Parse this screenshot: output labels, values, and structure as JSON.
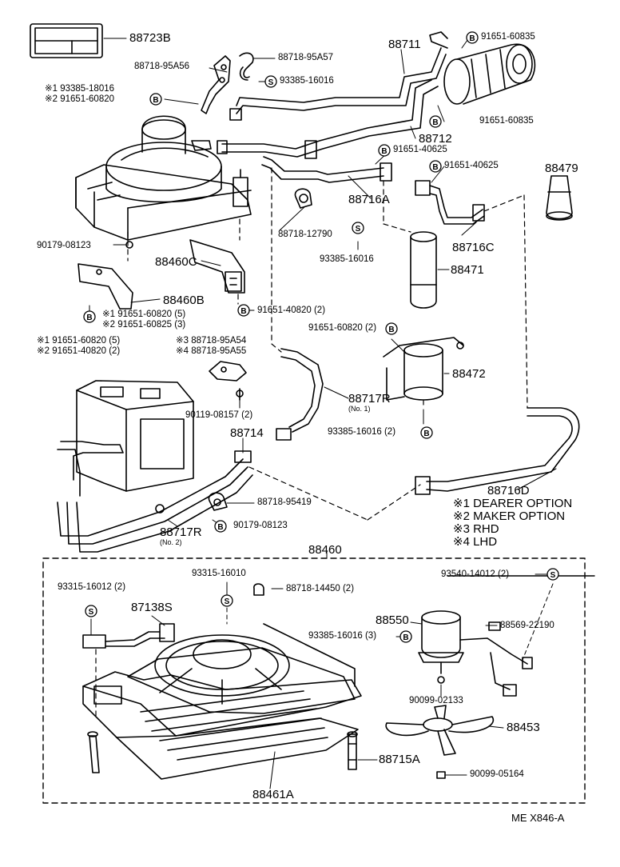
{
  "labels": {
    "p88723B": "88723B",
    "p88718_95A56": "88718-95A56",
    "p88718_95A57": "88718-95A57",
    "p93385_16016a": "93385-16016",
    "star1_93385": "※1 93385-18016",
    "star2_91651": "※2 91651-60820",
    "p88711": "88711",
    "p91651_60835a": "91651-60835",
    "p91651_60835b": "91651-60835",
    "p88712": "88712",
    "p91651_40625a": "91651-40625",
    "p91651_40625b": "91651-40625",
    "p88479": "88479",
    "p88716A": "88716A",
    "p88716C": "88716C",
    "p88718_12790": "88718-12790",
    "p93385_16016b": "93385-16016",
    "p88471": "88471",
    "p90179_08123a": "90179-08123",
    "p88460C": "88460C",
    "p88460B": "88460B",
    "p91651_40820_2": "91651-40820 (2)",
    "star1_91651_60820_5": "※1 91651-60820 (5)",
    "star2_91651_60825_3": "※2 91651-60825 (3)",
    "star1_91651_60820_5b": "※1 91651-60820 (5)",
    "star2_91651_40820_2": "※2 91651-40820 (2)",
    "star3_88718_95A54": "※3 88718-95A54",
    "star4_88718_95A55": "※4 88718-95A55",
    "p91651_60820_2": "91651-60820 (2)",
    "p88472": "88472",
    "p88717R": "88717R",
    "p88717R_no1": "(No. 1)",
    "p90119_08157": "90119-08157 (2)",
    "p93385_16016_2": "93385-16016 (2)",
    "p88714": "88714",
    "p88718_95419": "88718-95419",
    "p90179_08123b": "90179-08123",
    "p88717R_b": "88717R",
    "p88717R_no2": "(No. 2)",
    "p88716D": "88716D",
    "p88460": "88460",
    "p93315_16010": "93315-16010",
    "p93315_16012": "93315-16012 (2)",
    "p88718_14450": "88718-14450 (2)",
    "p93540_14012": "93540-14012 (2)",
    "p87138S": "87138S",
    "p88569_22190": "88569-22190",
    "p88550": "88550",
    "p93385_16016_3": "93385-16016 (3)",
    "p90099_02133": "90099-02133",
    "p88453": "88453",
    "p88715A": "88715A",
    "p90099_05164": "90099-05164",
    "p88461A": "88461A",
    "footer": "ME  X846-A"
  },
  "legend": {
    "l1": "※1 DEARER OPTION",
    "l2": "※2 MAKER OPTION",
    "l3": "※3 RHD",
    "l4": "※4 LHD"
  },
  "markers": {
    "b": "B",
    "s": "S"
  }
}
